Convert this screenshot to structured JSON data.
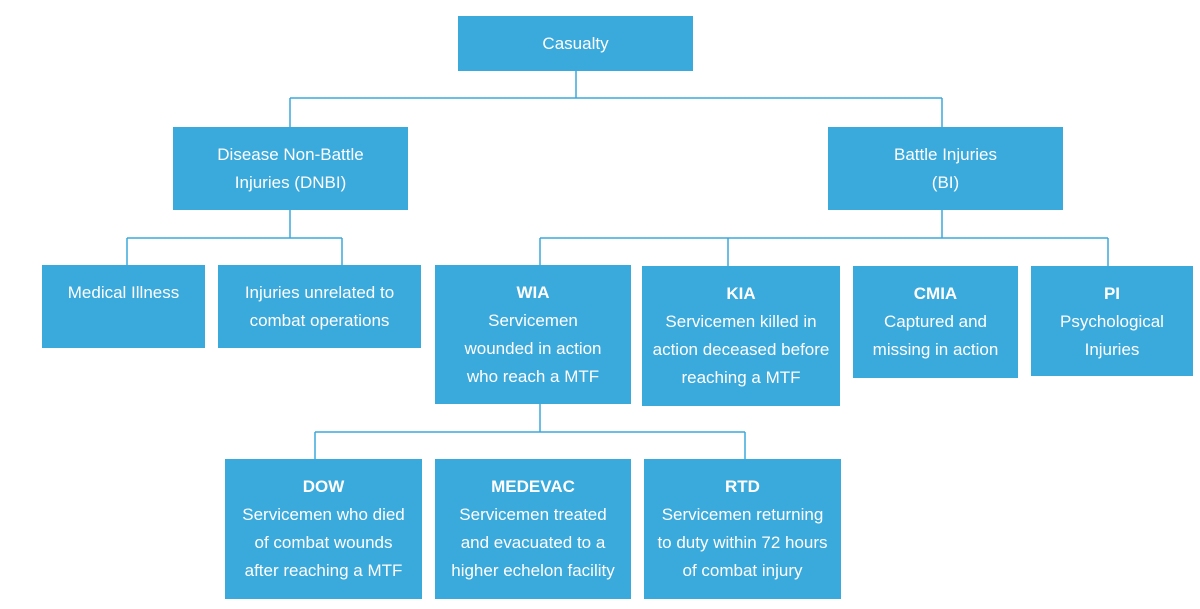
{
  "colors": {
    "node_fill": "#3aa9dc",
    "connector": "#3aa9dc",
    "text": "#ffffff"
  },
  "nodes": {
    "casualty": {
      "lines": [
        "Casualty"
      ]
    },
    "dnbi": {
      "lines": [
        "Disease Non-Battle",
        "Injuries (DNBI)"
      ]
    },
    "bi": {
      "lines": [
        "Battle Injuries",
        "(BI)"
      ]
    },
    "medical_illness": {
      "lines": [
        "Medical Illness"
      ]
    },
    "injuries_unrelated": {
      "lines": [
        "Injuries unrelated to",
        "combat operations"
      ]
    },
    "wia": {
      "title": "WIA",
      "lines": [
        "Servicemen",
        "wounded in action",
        "who reach a MTF"
      ]
    },
    "kia": {
      "title": "KIA",
      "lines": [
        "Servicemen killed in",
        "action deceased before",
        "reaching a MTF"
      ]
    },
    "cmia": {
      "title": "CMIA",
      "lines": [
        "Captured and",
        "missing in action"
      ]
    },
    "pi": {
      "title": "PI",
      "lines": [
        "Psychological",
        "Injuries"
      ]
    },
    "dow": {
      "title": "DOW",
      "lines": [
        "Servicemen who died",
        "of combat wounds",
        "after reaching a MTF"
      ]
    },
    "medevac": {
      "title": "MEDEVAC",
      "lines": [
        "Servicemen treated",
        "and evacuated to a",
        "higher echelon facility"
      ]
    },
    "rtd": {
      "title": "RTD",
      "lines": [
        "Servicemen returning",
        "to duty within 72 hours",
        "of combat injury"
      ]
    }
  }
}
